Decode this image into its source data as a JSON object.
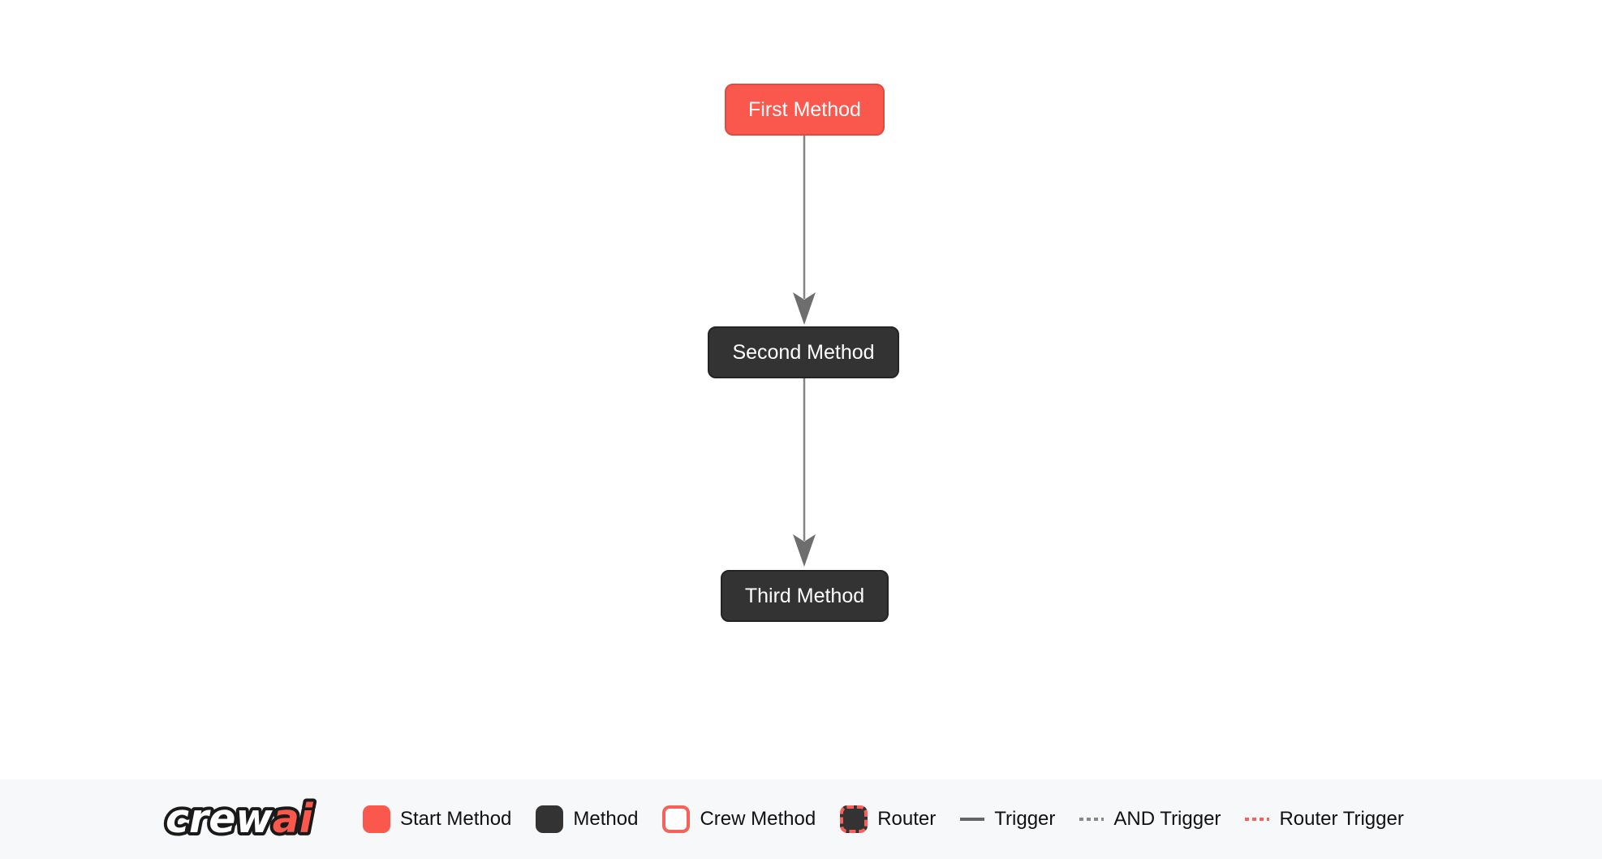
{
  "flow": {
    "nodes": [
      {
        "id": "first_method",
        "label": "First Method",
        "type": "start"
      },
      {
        "id": "second_method",
        "label": "Second Method",
        "type": "method"
      },
      {
        "id": "third_method",
        "label": "Third Method",
        "type": "method"
      }
    ],
    "edges": [
      {
        "from": "first_method",
        "to": "second_method",
        "type": "trigger"
      },
      {
        "from": "second_method",
        "to": "third_method",
        "type": "trigger"
      }
    ]
  },
  "logo": {
    "part1": "crew",
    "part2": "ai"
  },
  "legend": {
    "items": [
      {
        "label": "Start Method",
        "swatch": "start-method"
      },
      {
        "label": "Method",
        "swatch": "method"
      },
      {
        "label": "Crew Method",
        "swatch": "crew-method"
      },
      {
        "label": "Router",
        "swatch": "router"
      },
      {
        "label": "Trigger",
        "swatch": "trigger"
      },
      {
        "label": "AND Trigger",
        "swatch": "and-trigger"
      },
      {
        "label": "Router Trigger",
        "swatch": "router-trigger"
      }
    ]
  },
  "colors": {
    "background": "#ffffff",
    "start_node_fill": "#fa574d",
    "start_node_border": "#e04b41",
    "method_node_fill": "#333333",
    "method_node_border": "#242424",
    "node_text": "#ffffff",
    "edge_line": "#848484",
    "edge_arrowhead": "#6e6e6e",
    "legend_background": "#f7f8f9",
    "legend_text": "#111111",
    "crew_method_border": "#f8615a",
    "router_border": "#f8615a",
    "and_trigger_line": "#888888",
    "router_trigger_line": "#f8615a",
    "logo_outline": "#1a1a1a",
    "logo_crew": "#ffffff",
    "logo_ai": "#fa574d"
  }
}
